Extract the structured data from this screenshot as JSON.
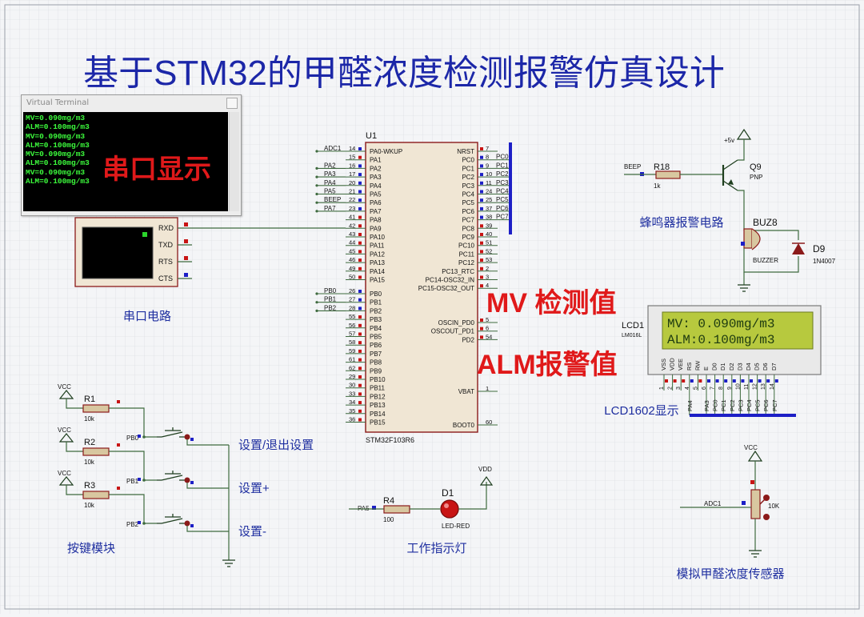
{
  "title": "基于STM32的甲醛浓度检测报警仿真设计",
  "terminal": {
    "window_title": "Virtual Terminal",
    "lines": [
      "MV=0.090mg/m3",
      "ALM=0.100mg/m3",
      "MV=0.090mg/m3",
      "ALM=0.100mg/m3",
      "MV=0.090mg/m3",
      "ALM=0.100mg/m3",
      "MV=0.090mg/m3",
      "ALM=0.100mg/m3"
    ]
  },
  "annotations": {
    "serial_display": "串口显示",
    "mv": "MV 检测值",
    "alm": "ALM报警值"
  },
  "sections": {
    "serial_circuit": "串口电路",
    "keys": "按键模块",
    "indicator": "工作指示灯",
    "buzzer": "蜂鸣器报警电路",
    "lcd": "LCD1602显示",
    "sensor": "模拟甲醛浓度传感器"
  },
  "serial_port": {
    "pins": [
      "RXD",
      "TXD",
      "RTS",
      "CTS"
    ]
  },
  "mcu": {
    "ref": "U1",
    "part": "STM32F103R6",
    "left_pins": [
      {
        "num": "14",
        "name": "PA0-WKUP",
        "net": "ADC1"
      },
      {
        "num": "15",
        "name": "PA1",
        "net": ""
      },
      {
        "num": "16",
        "name": "PA2",
        "net": "PA2"
      },
      {
        "num": "17",
        "name": "PA3",
        "net": "PA3"
      },
      {
        "num": "20",
        "name": "PA4",
        "net": "PA4"
      },
      {
        "num": "21",
        "name": "PA5",
        "net": "PA5"
      },
      {
        "num": "22",
        "name": "PA6",
        "net": "BEEP"
      },
      {
        "num": "23",
        "name": "PA7",
        "net": "PA7"
      },
      {
        "num": "41",
        "name": "PA8",
        "net": ""
      },
      {
        "num": "42",
        "name": "PA9",
        "net": ""
      },
      {
        "num": "43",
        "name": "PA10",
        "net": ""
      },
      {
        "num": "44",
        "name": "PA11",
        "net": ""
      },
      {
        "num": "45",
        "name": "PA12",
        "net": ""
      },
      {
        "num": "46",
        "name": "PA13",
        "net": ""
      },
      {
        "num": "49",
        "name": "PA14",
        "net": ""
      },
      {
        "num": "50",
        "name": "PA15",
        "net": ""
      },
      {
        "num": "26",
        "name": "PB0",
        "net": "PB0"
      },
      {
        "num": "27",
        "name": "PB1",
        "net": "PB1"
      },
      {
        "num": "28",
        "name": "PB2",
        "net": "PB2"
      },
      {
        "num": "55",
        "name": "PB3",
        "net": ""
      },
      {
        "num": "56",
        "name": "PB4",
        "net": ""
      },
      {
        "num": "57",
        "name": "PB5",
        "net": ""
      },
      {
        "num": "58",
        "name": "PB6",
        "net": ""
      },
      {
        "num": "59",
        "name": "PB7",
        "net": ""
      },
      {
        "num": "61",
        "name": "PB8",
        "net": ""
      },
      {
        "num": "62",
        "name": "PB9",
        "net": ""
      },
      {
        "num": "29",
        "name": "PB10",
        "net": ""
      },
      {
        "num": "30",
        "name": "PB11",
        "net": ""
      },
      {
        "num": "33",
        "name": "PB12",
        "net": ""
      },
      {
        "num": "34",
        "name": "PB13",
        "net": ""
      },
      {
        "num": "35",
        "name": "PB14",
        "net": ""
      },
      {
        "num": "36",
        "name": "PB15",
        "net": ""
      }
    ],
    "right_top": [
      {
        "num": "7",
        "name": "NRST",
        "net": ""
      },
      {
        "num": "8",
        "name": "PC0",
        "net": "PC0"
      },
      {
        "num": "9",
        "name": "PC1",
        "net": "PC1"
      },
      {
        "num": "10",
        "name": "PC2",
        "net": "PC2"
      },
      {
        "num": "11",
        "name": "PC3",
        "net": "PC3"
      },
      {
        "num": "24",
        "name": "PC4",
        "net": "PC4"
      },
      {
        "num": "25",
        "name": "PC5",
        "net": "PC5"
      },
      {
        "num": "37",
        "name": "PC6",
        "net": "PC6"
      },
      {
        "num": "38",
        "name": "PC7",
        "net": "PC7"
      },
      {
        "num": "39",
        "name": "PC8",
        "net": ""
      },
      {
        "num": "40",
        "name": "PC9",
        "net": ""
      },
      {
        "num": "51",
        "name": "PC10",
        "net": ""
      },
      {
        "num": "52",
        "name": "PC11",
        "net": ""
      },
      {
        "num": "53",
        "name": "PC12",
        "net": ""
      },
      {
        "num": "2",
        "name": "PC13_RTC",
        "net": ""
      },
      {
        "num": "3",
        "name": "PC14-OSC32_IN",
        "net": ""
      },
      {
        "num": "4",
        "name": "PC15-OSC32_OUT",
        "net": ""
      }
    ],
    "right_bottom": [
      {
        "num": "5",
        "name": "OSCIN_PD0",
        "net": ""
      },
      {
        "num": "6",
        "name": "OSCOUT_PD1",
        "net": ""
      },
      {
        "num": "54",
        "name": "PD2",
        "net": ""
      }
    ],
    "vbat": {
      "num": "1",
      "name": "VBAT"
    },
    "boot0": {
      "num": "60",
      "name": "BOOT0"
    }
  },
  "keys": [
    {
      "rref": "R1",
      "rval": "10k",
      "net": "PB0",
      "label": "设置/退出设置",
      "supply": "VCC"
    },
    {
      "rref": "R2",
      "rval": "10k",
      "net": "PB1",
      "label": "设置+",
      "supply": "VCC"
    },
    {
      "rref": "R3",
      "rval": "10k",
      "net": "PB2",
      "label": "设置-",
      "supply": "VCC"
    }
  ],
  "led": {
    "net": "PA5",
    "rref": "R4",
    "rval": "100",
    "ref": "D1",
    "part": "LED-RED",
    "supply": "VDD"
  },
  "buzzer": {
    "supply": "+5v",
    "net": "BEEP",
    "rref": "R18",
    "rval": "1k",
    "qref": "Q9",
    "qtype": "PNP",
    "buz_ref": "BUZ8",
    "buz_part": "BUZZER",
    "dref": "D9",
    "dpart": "1N4007"
  },
  "lcd": {
    "ref": "LCD1",
    "part": "LM016L",
    "line1": "MV: 0.090mg/m3",
    "line2": "ALM:0.100mg/m3",
    "pins": [
      "VSS",
      "VDD",
      "VEE",
      "RS",
      "RW",
      "E",
      "D0",
      "D1",
      "D2",
      "D3",
      "D4",
      "D5",
      "D6",
      "D7"
    ],
    "pin_nums": [
      "1",
      "2",
      "3",
      "4",
      "5",
      "6",
      "7",
      "8",
      "9",
      "10",
      "11",
      "12",
      "13",
      "14"
    ],
    "pin_nets": [
      "",
      "",
      "",
      "PA4",
      "",
      "PA3",
      "PC0",
      "PC1",
      "PC2",
      "PC3",
      "PC4",
      "PC5",
      "PC6",
      "PC7"
    ],
    "colors": {
      "screen": "#b7c93e",
      "text": "#1d3a10"
    }
  },
  "sensor": {
    "supply": "VCC",
    "net": "ADC1",
    "rval": "10K"
  },
  "colors": {
    "wire": "#3e6a3e",
    "component": "#8b1a1a",
    "text_blue": "#1f2fa0",
    "red_annotation": "#e0191a",
    "title": "#1c27a8",
    "bus": "#1d1fc6"
  }
}
